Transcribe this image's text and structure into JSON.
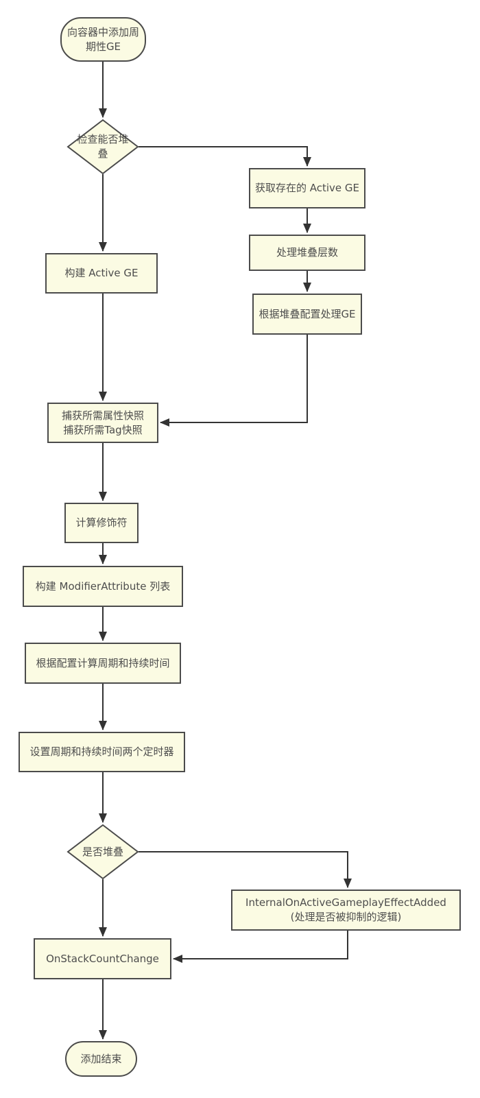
{
  "diagram": {
    "type": "flowchart",
    "colors": {
      "node_fill": "#FBFBE3",
      "node_border": "#4B4B4B",
      "edge_line": "#333333",
      "text": "#4D4D4D",
      "background": "#FFFFFF"
    },
    "nodes": {
      "start": {
        "type": "stadium",
        "label": "向容器中添加周\n期性GE"
      },
      "check_stack": {
        "type": "decision",
        "label": "检查能否堆\n叠"
      },
      "get_active_ge": {
        "type": "process",
        "label": "获取存在的 Active GE"
      },
      "handle_stack_count": {
        "type": "process",
        "label": "处理堆叠层数"
      },
      "handle_by_config": {
        "type": "process",
        "label": "根据堆叠配置处理GE"
      },
      "build_active_ge": {
        "type": "process",
        "label": "构建 Active GE"
      },
      "capture_snapshots": {
        "type": "process",
        "label": "捕获所需属性快照\n捕获所需Tag快照"
      },
      "calc_modifiers": {
        "type": "process",
        "label": "计算修饰符"
      },
      "build_modifier_list": {
        "type": "process",
        "label": "构建 ModifierAttribute 列表"
      },
      "calc_period_duration": {
        "type": "process",
        "label": "根据配置计算周期和持续时间"
      },
      "set_timers": {
        "type": "process",
        "label": "设置周期和持续时间两个定时器"
      },
      "is_stacking": {
        "type": "decision",
        "label": "是否堆叠"
      },
      "internal_on_added": {
        "type": "process",
        "label": "InternalOnActiveGameplayEffectAdded\n(处理是否被抑制的逻辑)"
      },
      "on_stack_count_change": {
        "type": "process",
        "label": "OnStackCountChange"
      },
      "end": {
        "type": "stadium",
        "label": "添加结束"
      }
    },
    "edges": [
      {
        "from": "start",
        "to": "check_stack"
      },
      {
        "from": "check_stack",
        "to": "get_active_ge"
      },
      {
        "from": "get_active_ge",
        "to": "handle_stack_count"
      },
      {
        "from": "handle_stack_count",
        "to": "handle_by_config"
      },
      {
        "from": "handle_by_config",
        "to": "capture_snapshots"
      },
      {
        "from": "check_stack",
        "to": "build_active_ge"
      },
      {
        "from": "build_active_ge",
        "to": "capture_snapshots"
      },
      {
        "from": "capture_snapshots",
        "to": "calc_modifiers"
      },
      {
        "from": "calc_modifiers",
        "to": "build_modifier_list"
      },
      {
        "from": "build_modifier_list",
        "to": "calc_period_duration"
      },
      {
        "from": "calc_period_duration",
        "to": "set_timers"
      },
      {
        "from": "set_timers",
        "to": "is_stacking"
      },
      {
        "from": "is_stacking",
        "to": "internal_on_added"
      },
      {
        "from": "internal_on_added",
        "to": "on_stack_count_change"
      },
      {
        "from": "is_stacking",
        "to": "on_stack_count_change"
      },
      {
        "from": "on_stack_count_change",
        "to": "end"
      }
    ]
  }
}
